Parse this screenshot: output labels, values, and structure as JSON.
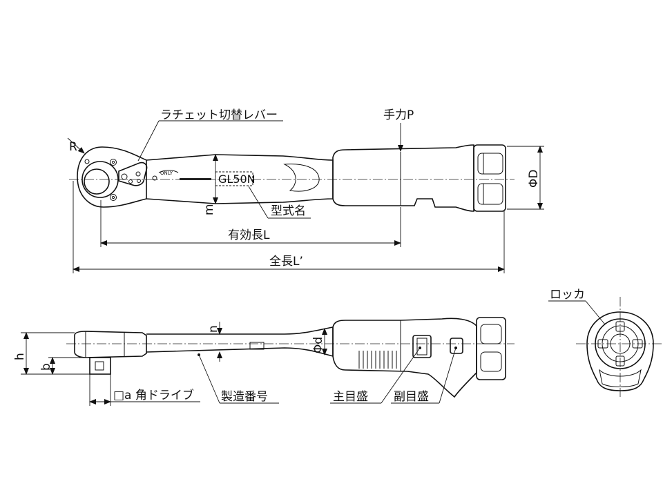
{
  "top_view": {
    "labels": {
      "ratchet_lever": "ラチェット切替レバー",
      "grip_point": "手力P",
      "model_name": "型式名",
      "effective_length": "有効長L",
      "overall_length": "全長L’",
      "radius": "R",
      "width_m": "m",
      "diameter_D": "ΦD",
      "only_mark": "ONLY",
      "model_code": "GL50N"
    }
  },
  "side_view": {
    "labels": {
      "height_h": "h",
      "height_b": "b",
      "height_n": "n",
      "diameter_d": "Φd",
      "square_drive": "□a 角ドライブ",
      "serial_number": "製造番号",
      "main_scale": "主目盛",
      "sub_scale": "副目盛"
    }
  },
  "end_view": {
    "labels": {
      "locker": "ロッカ"
    }
  }
}
